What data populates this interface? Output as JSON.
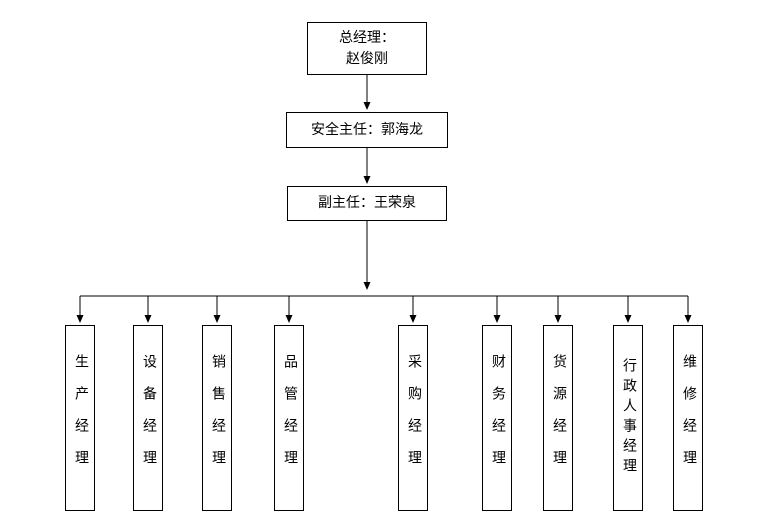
{
  "org": {
    "top": {
      "line1": "总经理：",
      "line2": "赵俊刚"
    },
    "level2": {
      "label": "安全主任：郭海龙"
    },
    "level3": {
      "label": "副主任：王荣泉"
    },
    "managers": [
      {
        "label": "生产经理"
      },
      {
        "label": "设备经理"
      },
      {
        "label": "销售经理"
      },
      {
        "label": "品管经理"
      },
      {
        "label": "采购经理"
      },
      {
        "label": "财务经理"
      },
      {
        "label": "货源经理"
      },
      {
        "label": "行政人事经理"
      },
      {
        "label": "维修经理"
      }
    ],
    "colors": {
      "line": "#000000",
      "background": "#ffffff"
    }
  }
}
